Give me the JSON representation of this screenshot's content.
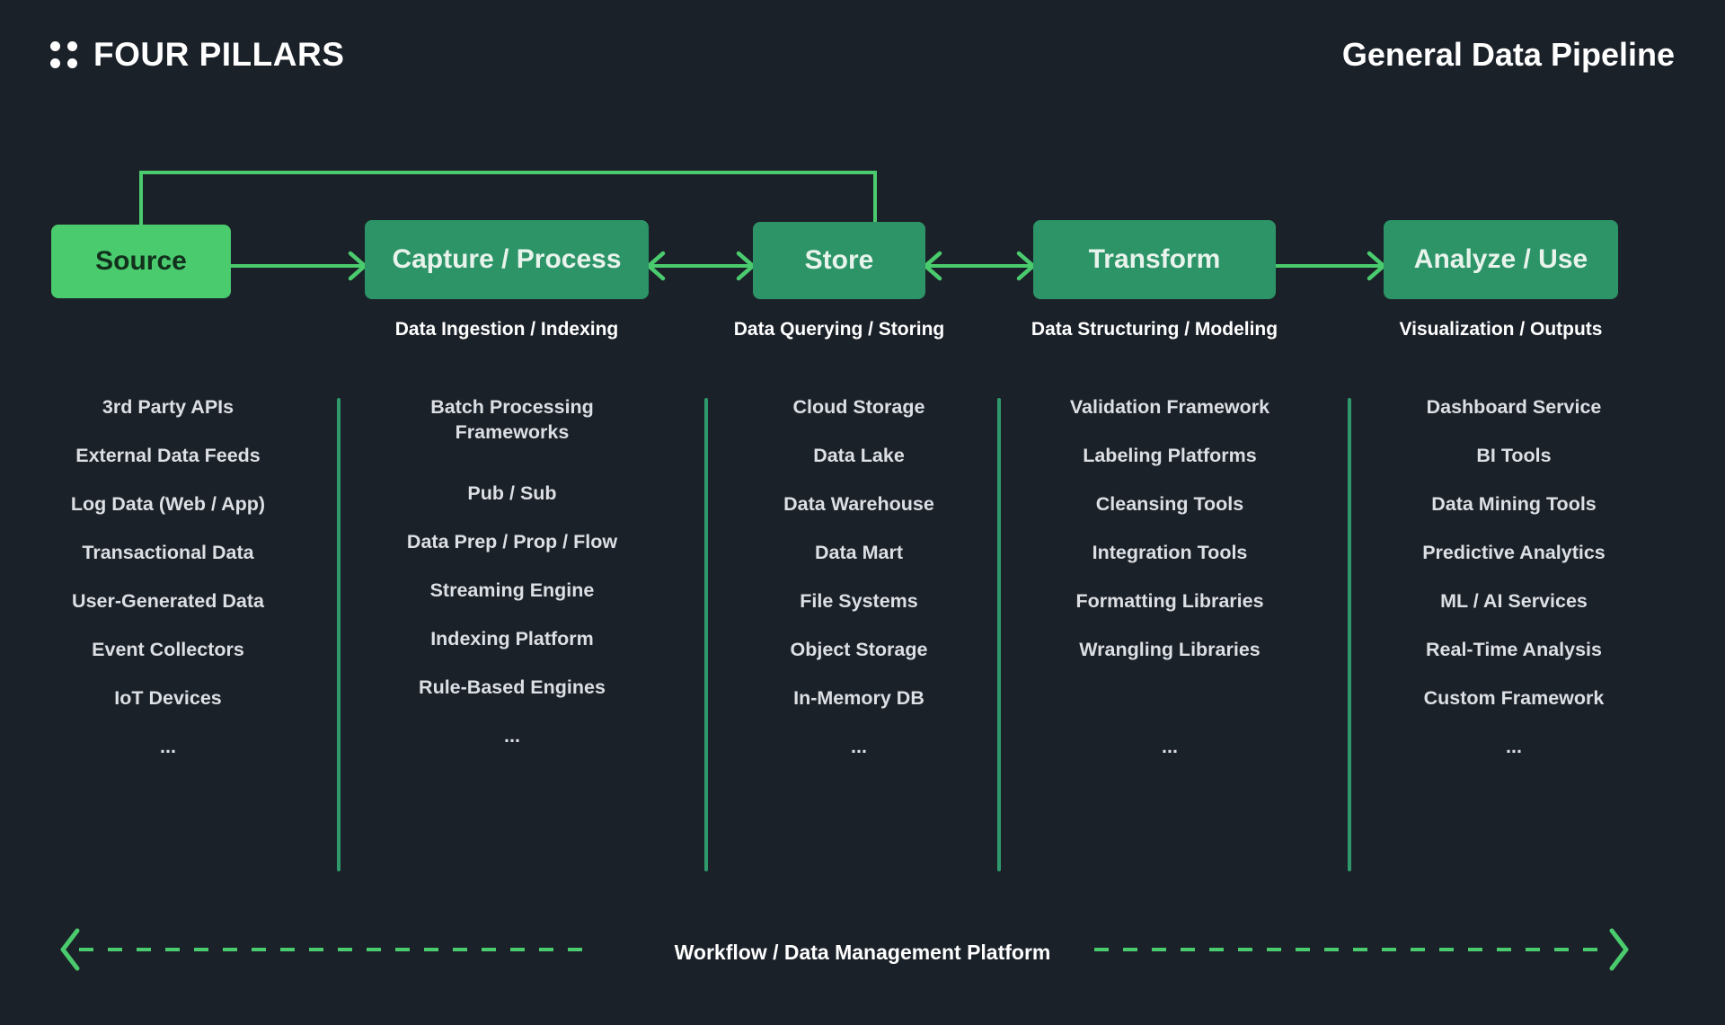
{
  "header": {
    "brand": "FOUR PILLARS",
    "logo_icon": "four-dots-grid-icon",
    "title": "General Data Pipeline"
  },
  "colors": {
    "background": "#1b2129",
    "accent_bright": "#4acb6e",
    "accent_deep": "#2c9467",
    "divider": "#2e9a6c",
    "text_primary": "#ffffff",
    "text_item": "#dcdfe3",
    "text_on_bright": "#12301c"
  },
  "stages": [
    {
      "label": "Source",
      "sublabel": "",
      "variant": "primary"
    },
    {
      "label": "Capture / Process",
      "sublabel": "Data Ingestion / Indexing",
      "variant": "secondary"
    },
    {
      "label": "Store",
      "sublabel": "Data Querying / Storing",
      "variant": "secondary"
    },
    {
      "label": "Transform",
      "sublabel": "Data Structuring / Modeling",
      "variant": "secondary"
    },
    {
      "label": "Analyze / Use",
      "sublabel": "Visualization / Outputs",
      "variant": "secondary"
    }
  ],
  "columns": [
    {
      "stage": "Source",
      "items": [
        "3rd Party APIs",
        "External Data Feeds",
        "Log Data (Web / App)",
        "Transactional Data",
        "User-Generated Data",
        "Event Collectors",
        "IoT Devices",
        "..."
      ]
    },
    {
      "stage": "Capture / Process",
      "items": [
        "Batch Processing Frameworks",
        "Pub / Sub",
        "Data Prep / Prop / Flow",
        "Streaming Engine",
        "Indexing Platform",
        "Rule-Based Engines",
        "..."
      ]
    },
    {
      "stage": "Store",
      "items": [
        "Cloud Storage",
        "Data Lake",
        "Data Warehouse",
        "Data Mart",
        "File Systems",
        "Object Storage",
        "In-Memory DB",
        "..."
      ]
    },
    {
      "stage": "Transform",
      "items": [
        "Validation Framework",
        "Labeling Platforms",
        "Cleansing Tools",
        "Integration Tools",
        "Formatting Libraries",
        "Wrangling Libraries",
        "..."
      ]
    },
    {
      "stage": "Analyze / Use",
      "items": [
        "Dashboard Service",
        "BI Tools",
        "Data Mining Tools",
        "Predictive Analytics",
        "ML / AI Services",
        "Real-Time Analysis",
        "Custom Framework",
        "..."
      ]
    }
  ],
  "footer": {
    "label": "Workflow / Data Management Platform",
    "left_arrow_icon": "dashed-arrow-left-icon",
    "right_arrow_icon": "dashed-arrow-right-icon"
  }
}
